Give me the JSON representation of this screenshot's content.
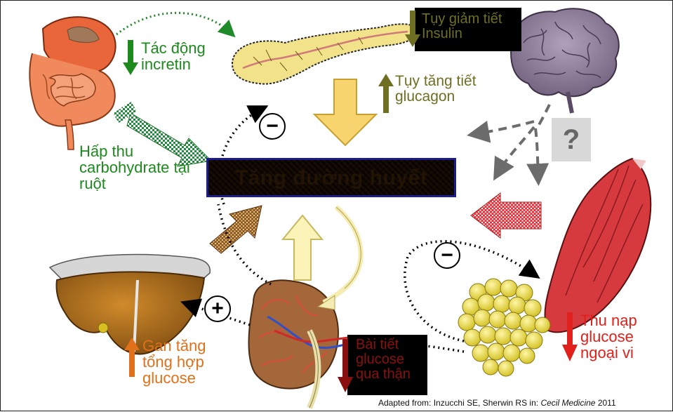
{
  "labels": {
    "incretin": "Tác động incretin",
    "carb": "Hấp thu carbohydrate tại ruột",
    "insulin": "Tụy giảm tiết Insulin",
    "glucagon": "Tụy tăng tiết glucagon",
    "center": "Tăng đường huyết",
    "question": "?",
    "liver": "Gan tăng tổng hợp glucose",
    "kidney": "Bài tiết glucose qua thận",
    "uptake": "Thu nạp glucose ngoại vi"
  },
  "signs": {
    "pancreas_minus": "−",
    "muscle_minus": "−",
    "liver_plus": "+"
  },
  "credit": {
    "prefix": "Adapted from: Inzucchi SE, Sherwin RS in: ",
    "journal": "Cecil Medicine",
    "year": " 2011"
  }
}
